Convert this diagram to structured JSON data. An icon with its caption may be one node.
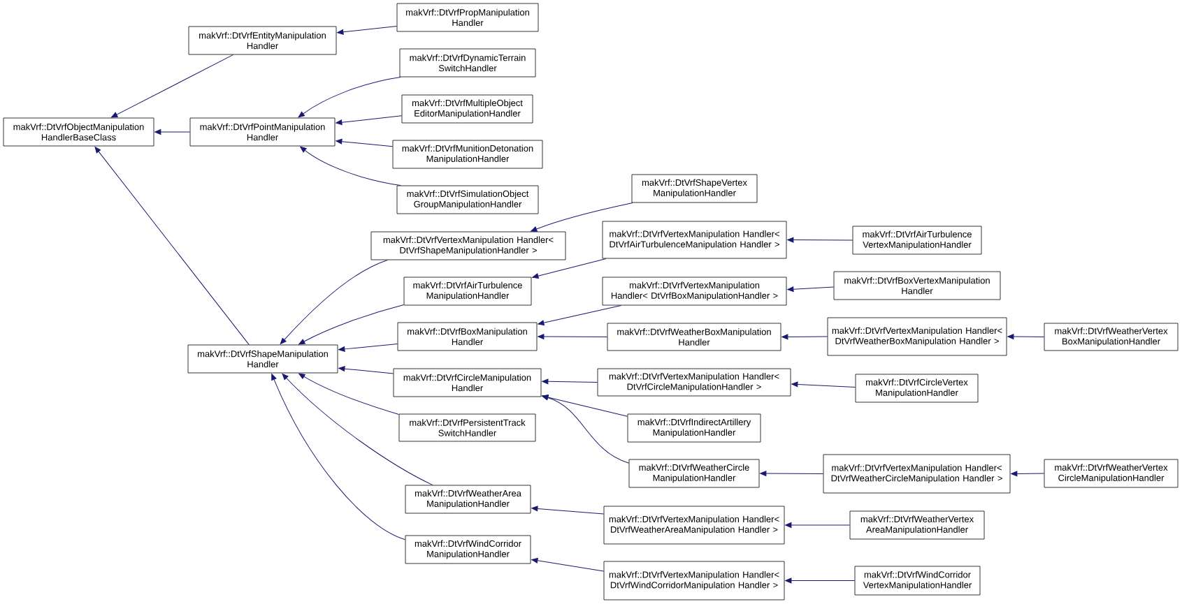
{
  "diagram": {
    "nodes": [
      {
        "text": [
          "makVrf::DtVrfObjectManipulation HandlerBaseClass"
        ]
      },
      {
        "text": [
          "makVrf::DtVrfEntityManipulation Handler"
        ]
      },
      {
        "text": [
          "makVrf::DtVrfPointManipulation Handler"
        ]
      },
      {
        "text": [
          "makVrf::DtVrfShapeManipulation Handler"
        ]
      },
      {
        "text": [
          "makVrf::DtVrfPropManipulation Handler"
        ]
      },
      {
        "text": [
          "makVrf::DtVrfDynamicTerrain SwitchHandler"
        ]
      },
      {
        "text": [
          "makVrf::DtVrfMultipleObject EditorManipulationHandler"
        ]
      },
      {
        "text": [
          "makVrf::DtVrfMunitionDetonation ManipulationHandler"
        ]
      },
      {
        "text": [
          "makVrf::DtVrfSimulationObject GroupManipulationHandler"
        ]
      },
      {
        "text": [
          "makVrf::DtVrfVertexManipulation Handler< DtVrfShapeManipulationHandler >"
        ]
      },
      {
        "text": [
          "makVrf::DtVrfAirTurbulence ManipulationHandler"
        ]
      },
      {
        "text": [
          "makVrf::DtVrfBoxManipulation Handler"
        ]
      },
      {
        "text": [
          "makVrf::DtVrfCircleManipulation Handler"
        ]
      },
      {
        "text": [
          "makVrf::DtVrfPersistentTrack SwitchHandler"
        ]
      },
      {
        "text": [
          "makVrf::DtVrfWeatherArea ManipulationHandler"
        ]
      },
      {
        "text": [
          "makVrf::DtVrfWindCorridor ManipulationHandler"
        ]
      },
      {
        "text": [
          "makVrf::DtVrfShapeVertex ManipulationHandler"
        ]
      },
      {
        "text": [
          "makVrf::DtVrfVertexManipulation Handler< DtVrfAirTurbulenceManipulation Handler >"
        ]
      },
      {
        "text": [
          "makVrf::DtVrfVertexManipulation Handler< DtVrfBoxManipulationHandler >"
        ]
      },
      {
        "text": [
          "makVrf::DtVrfWeatherBoxManipulation Handler"
        ]
      },
      {
        "text": [
          "makVrf::DtVrfVertexManipulation Handler< DtVrfCircleManipulationHandler >"
        ]
      },
      {
        "text": [
          "makVrf::DtVrfIndirectArtillery ManipulationHandler"
        ]
      },
      {
        "text": [
          "makVrf::DtVrfWeatherCircle ManipulationHandler"
        ]
      },
      {
        "text": [
          "makVrf::DtVrfVertexManipulation Handler< DtVrfWeatherAreaManipulation Handler >"
        ]
      },
      {
        "text": [
          "makVrf::DtVrfVertexManipulation Handler< DtVrfWindCorridorManipulation Handler >"
        ]
      },
      {
        "text": [
          "makVrf::DtVrfAirTurbulence VertexManipulationHandler"
        ]
      },
      {
        "text": [
          "makVrf::DtVrfBoxVertexManipulation Handler"
        ]
      },
      {
        "text": [
          "makVrf::DtVrfVertexManipulation Handler< DtVrfWeatherBoxManipulation Handler >"
        ]
      },
      {
        "text": [
          "makVrf::DtVrfCircleVertex ManipulationHandler"
        ]
      },
      {
        "text": [
          "makVrf::DtVrfVertexManipulation Handler< DtVrfWeatherCircleManipulation Handler >"
        ]
      },
      {
        "text": [
          "makVrf::DtVrfWeatherVertex AreaManipulationHandler"
        ]
      },
      {
        "text": [
          "makVrf::DtVrfWindCorridor VertexManipulationHandler"
        ]
      },
      {
        "text": [
          "makVrf::DtVrfWeatherVertex BoxManipulationHandler"
        ]
      },
      {
        "text": [
          "makVrf::DtVrfWeatherVertex CircleManipulationHandler"
        ]
      }
    ],
    "edges": [
      {
        "from": 1,
        "to": 0,
        "arrow": "to"
      },
      {
        "from": 2,
        "to": 0,
        "arrow": "to"
      },
      {
        "from": 3,
        "to": 0,
        "arrow": "to"
      },
      {
        "from": 4,
        "to": 1,
        "arrow": "to"
      },
      {
        "from": 5,
        "to": 2,
        "arrow": "to"
      },
      {
        "from": 6,
        "to": 2,
        "arrow": "to"
      },
      {
        "from": 7,
        "to": 2,
        "arrow": "to"
      },
      {
        "from": 8,
        "to": 2,
        "arrow": "to"
      },
      {
        "from": 9,
        "to": 3,
        "arrow": "to"
      },
      {
        "from": 10,
        "to": 3,
        "arrow": "to"
      },
      {
        "from": 11,
        "to": 3,
        "arrow": "to"
      },
      {
        "from": 12,
        "to": 3,
        "arrow": "to"
      },
      {
        "from": 13,
        "to": 3,
        "arrow": "to"
      },
      {
        "from": 14,
        "to": 3,
        "arrow": "to"
      },
      {
        "from": 15,
        "to": 3,
        "arrow": "to"
      },
      {
        "from": 16,
        "to": 9,
        "arrow": "to"
      },
      {
        "from": 17,
        "to": 10,
        "arrow": "to"
      },
      {
        "from": 18,
        "to": 11,
        "arrow": "to"
      },
      {
        "from": 19,
        "to": 11,
        "arrow": "to"
      },
      {
        "from": 20,
        "to": 12,
        "arrow": "to"
      },
      {
        "from": 21,
        "to": 12,
        "arrow": "to"
      },
      {
        "from": 22,
        "to": 12,
        "arrow": "to"
      },
      {
        "from": 23,
        "to": 14,
        "arrow": "to"
      },
      {
        "from": 24,
        "to": 15,
        "arrow": "to"
      },
      {
        "from": 25,
        "to": 17,
        "arrow": "to"
      },
      {
        "from": 26,
        "to": 18,
        "arrow": "to"
      },
      {
        "from": 27,
        "to": 19,
        "arrow": "to"
      },
      {
        "from": 28,
        "to": 20,
        "arrow": "to"
      },
      {
        "from": 29,
        "to": 22,
        "arrow": "to"
      },
      {
        "from": 30,
        "to": 23,
        "arrow": "to"
      },
      {
        "from": 31,
        "to": 24,
        "arrow": "to"
      },
      {
        "from": 32,
        "to": 27,
        "arrow": "to"
      },
      {
        "from": 33,
        "to": 29,
        "arrow": "to"
      }
    ]
  }
}
